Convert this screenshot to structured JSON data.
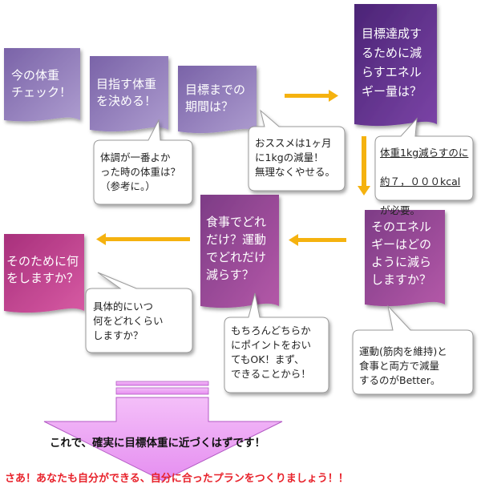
{
  "steps": [
    {
      "id": "check-weight",
      "lines": "今の体重\nチェック！"
    },
    {
      "id": "set-goal",
      "lines": "目指す体重\nを決める！"
    },
    {
      "id": "set-period",
      "lines": "目標までの\n期間は？"
    },
    {
      "id": "energy-to-reduce",
      "lines": "目標達成す\nるために減\nらすエネル\nギー量は？"
    },
    {
      "id": "how-to-reduce",
      "lines": "そのエネル\nギーはどの\nように減ら\nしますか？"
    },
    {
      "id": "diet-or-exercise",
      "lines": "食事でどれ\nだけ？運動\nでどれだけ\n減らす？"
    },
    {
      "id": "what-to-do",
      "lines": "そのために何\nをしますか？"
    }
  ],
  "notes": {
    "best_weight": "体調が一番よか\nった時の体重は？\n（参考に。）",
    "recommend": "おススメは1ヶ月\nに1kgの減量！\n無理なくやせる。",
    "kcal_line1": "体重1kg減らすのに",
    "kcal_line2": "約７，０００kcal",
    "kcal_line3": "が必要。",
    "balance": "運動(筋肉を維持)と\n食事と両方で減量\nするのがBetter。",
    "both": "もちろんどちらか\nにポイントをおい\nてもOK！まず、\nできることから！",
    "concrete": "具体的にいつ\n何をどれくらい\nしますか？"
  },
  "closing": "これで、確実に目標体重に近づくはずです！",
  "call_to_action": "さあ！あなたも自分ができる、自分に合ったプランをつくりましょう！！",
  "colors": {
    "arrow_orange": "#f5b20f",
    "box_light": "#9d88c0",
    "box_mid": "#a5469a",
    "box_dark": "#6a3594",
    "box_pink": "#c2408f",
    "big_arrow": "#f1a6f7"
  }
}
